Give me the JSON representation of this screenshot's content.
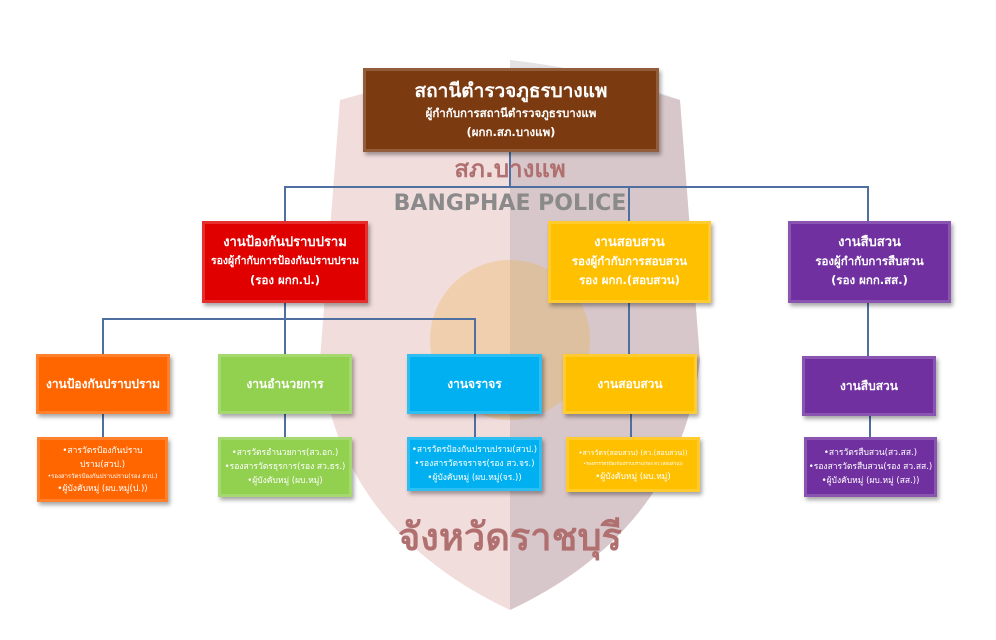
{
  "watermark": {
    "text_top": "สภ.บางแพ",
    "text_mid": "BANGPHAE POLICE",
    "text_bottom": "จังหวัดราชบุรี"
  },
  "root": {
    "title": "สถานีตำรวจภูธรบางแพ",
    "line1": "ผู้กำกับการสถานีตำรวจภูธรบางแพ",
    "line2": "(ผกก.สภ.บางแพ)"
  },
  "level2": [
    {
      "title": "งานป้องกันปราบปราม",
      "line1": "รองผู้กำกับการป้องกันปราบปราม",
      "line2": "(รอง ผกก.ป.)",
      "color": "#e00000"
    },
    {
      "title": "งานสอบสวน",
      "line1": "รองผู้กำกับการสอบสวน",
      "line2": "รอง ผกก.(สอบสวน)",
      "color": "#ffc000"
    },
    {
      "title": "งานสืบสวน",
      "line1": "รองผู้กำกับการสืบสวน",
      "line2": "(รอง ผกก.สส.)",
      "color": "#7030a0"
    }
  ],
  "level3": [
    {
      "title": "งานป้องกันปราบปราม",
      "color": "#ff6600",
      "details": [
        "•สารวัตรป้องกันปราบปราม(สวป.)",
        "•รองสารวัตรป้องกันปราบปราม(รอง สวป.)",
        "•ผู้บังคับหมู่ (ผบ.หมู่(ป.))"
      ]
    },
    {
      "title": "งานอำนวยการ",
      "color": "#92d050",
      "details": [
        "•สารวัตรอำนวยการ(สว.อก.)",
        "•รองสารวัตรธุรการ(รอง สว.ธร.)",
        "•ผู้บังคับหมู่ (ผบ.หมู่)"
      ]
    },
    {
      "title": "งานจราจร",
      "color": "#00b0f0",
      "details": [
        "•สารวัตรป้องกันปราบปราม(สวป.)",
        "•รองสารวัตรจราจร(รอง สว.จร.)",
        "•ผู้บังคับหมู่ (ผบ.หมู่(จร.))"
      ]
    },
    {
      "title": "งานสอบสวน",
      "color": "#ffc000",
      "details": [
        "•สารวัตร(สอบสวน) (สว.(สอบสวน))",
        "•รองสารวัตรป้องกันปราบปราม(รอง สว.(สอบสวน))",
        "•ผู้บังคับหมู่ (ผบ.หมู่)"
      ]
    },
    {
      "title": "งานสืบสวน",
      "color": "#7030a0",
      "details": [
        "•สารวัตรสืบสวน(สว.สส.)",
        "•รองสารวัตรสืบสวน(รอง สว.สส.)",
        "•ผู้บังคับหมู่ (ผบ.หมู่ (สส.))"
      ]
    }
  ],
  "colors": {
    "root": "#7b3a10",
    "connector": "#4f6fa0"
  }
}
